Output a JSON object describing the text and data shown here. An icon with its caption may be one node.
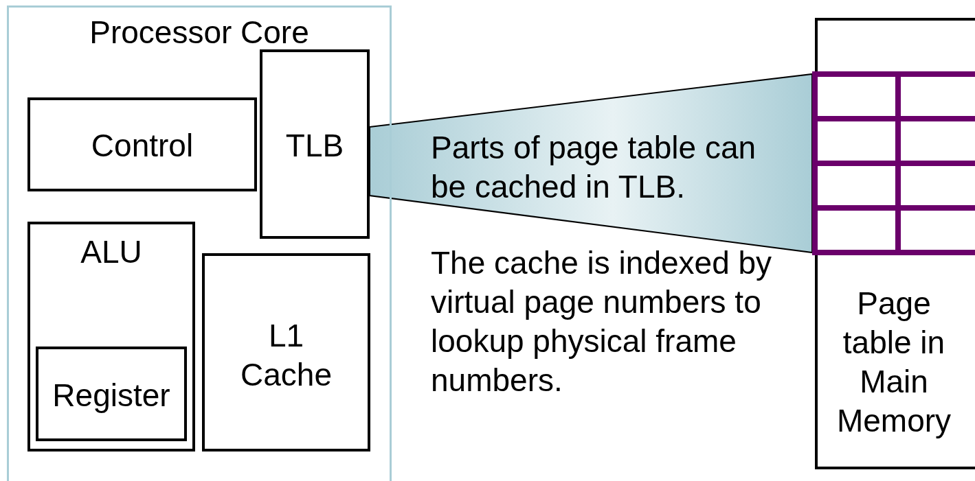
{
  "diagram": {
    "nodes": [
      {
        "text": [
          "Processor Core"
        ]
      },
      {
        "text": [
          "TLB"
        ],
        "in": 0
      },
      {
        "text": [
          "Control"
        ],
        "in": 0
      },
      {
        "text": [
          "ALU"
        ],
        "in": 0
      },
      {
        "text": [
          "Register"
        ],
        "in": 3
      },
      {
        "text": [
          "L1 Cache"
        ],
        "in": 0
      },
      {
        "text": [
          "Page table in Main Memory"
        ]
      }
    ],
    "edges": [],
    "labels": [
      "Parts of page table can be cached in TLB.",
      "The cache is indexed by virtual page numbers to lookup physical frame numbers."
    ]
  }
}
